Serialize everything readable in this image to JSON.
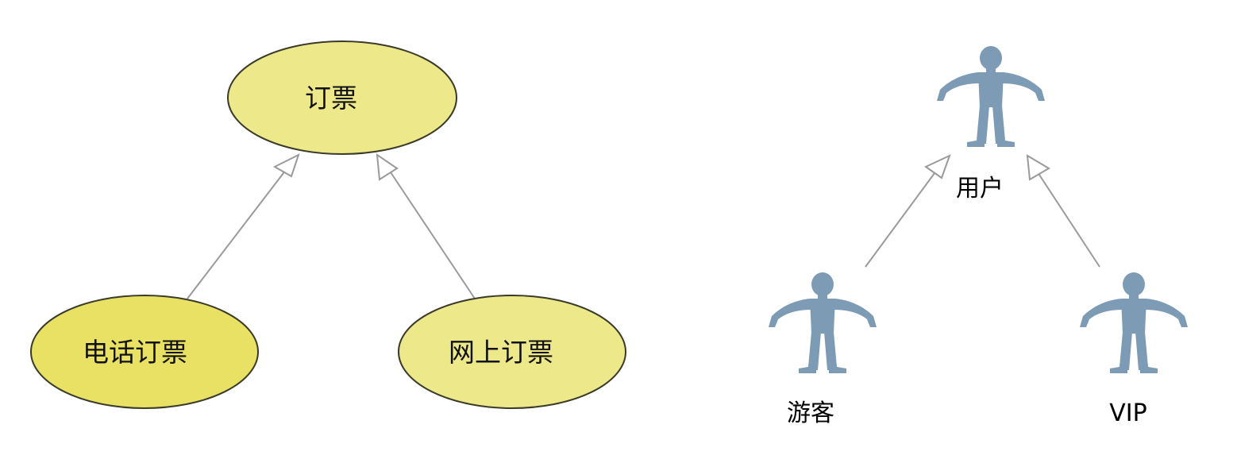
{
  "use_case_diagram": {
    "parent": {
      "label": "订票"
    },
    "children": [
      {
        "label": "电话订票"
      },
      {
        "label": "网上订票"
      }
    ]
  },
  "actor_diagram": {
    "parent": {
      "label": "用户"
    },
    "children": [
      {
        "label": "游客"
      },
      {
        "label": "VIP"
      }
    ]
  },
  "colors": {
    "use_case_fill": "#EDE88A",
    "use_case_fill_alt": "#E8E163",
    "use_case_stroke": "#3A3A2A",
    "actor_fill": "#7D9BB4",
    "connector": "#9A9A9A",
    "arrowhead_fill": "#FFFFFF"
  }
}
